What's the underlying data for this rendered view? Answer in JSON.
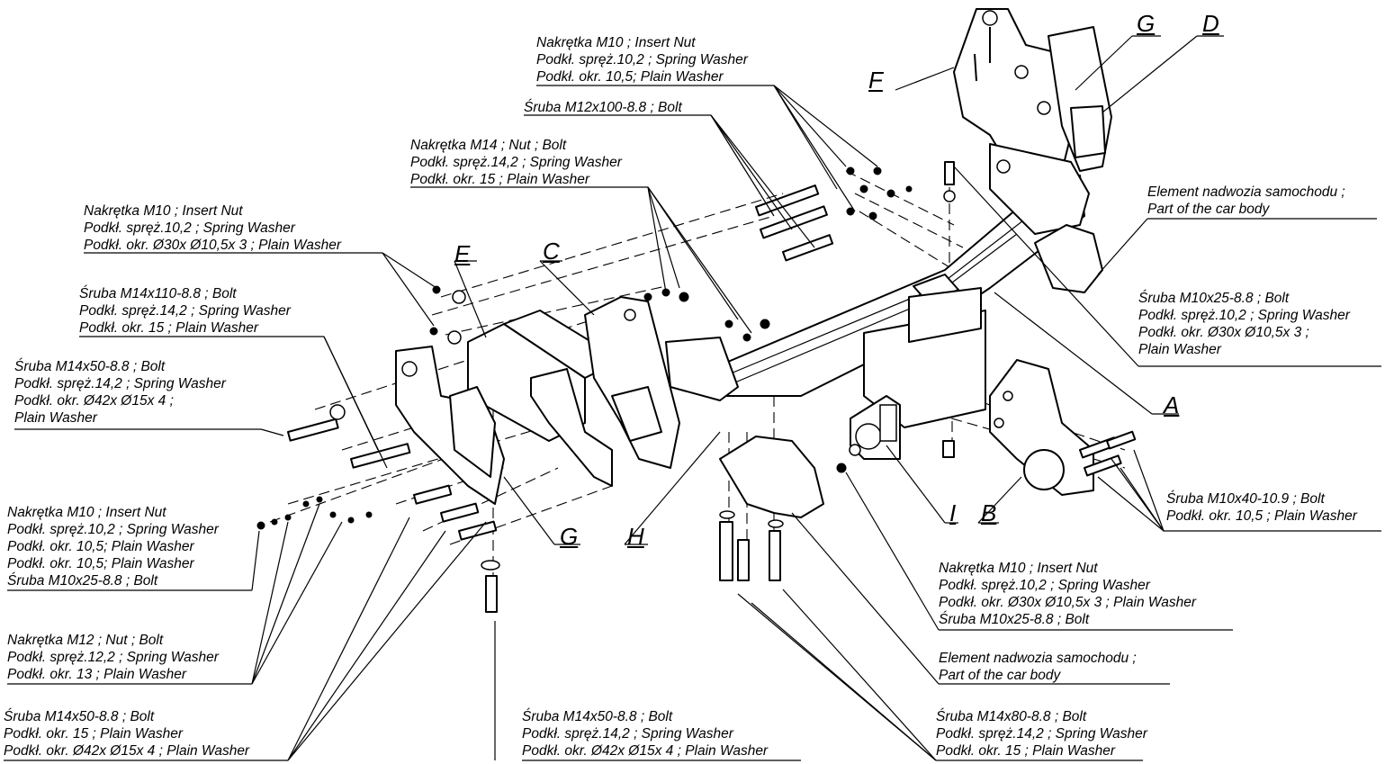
{
  "labels": {
    "top_nut_m10": [
      "Nakrętka  M10 ; Insert Nut",
      "Podkł. spręż.10,2 ; Spring Washer",
      "Podkł. okr. 10,5; Plain Washer"
    ],
    "bolt_m12x100": [
      "Śruba M12x100-8.8 ;  Bolt"
    ],
    "nut_m14": [
      "Nakrętka  M14 ; Nut ;  Bolt",
      "Podkł. spręż.14,2 ; Spring Washer",
      "Podkł. okr. 15 ; Plain Washer"
    ],
    "nut_m10_left": [
      "Nakrętka  M10 ; Insert Nut",
      "Podkł. spręż.10,2 ; Spring Washer",
      "Podkł. okr.  Ø30x Ø10,5x 3 ; Plain Washer"
    ],
    "bolt_m14x110": [
      "Śruba M14x110-8.8 ; Bolt",
      "Podkł. spręż.14,2 ; Spring Washer",
      "Podkł. okr. 15 ; Plain Washer"
    ],
    "bolt_m14x50_left": [
      "Śruba M14x50-8.8 ; Bolt",
      "Podkł. spręż.14,2 ; Spring Washer",
      "Podkł. okr.  Ø42x Ø15x 4 ;",
      "Plain Washer"
    ],
    "nut_m10_bottom_left": [
      "Nakrętka  M10 ; Insert Nut",
      "Podkł. spręż.10,2 ; Spring Washer",
      "Podkł. okr. 10,5; Plain Washer",
      "Podkł. okr. 10,5; Plain Washer",
      "Śruba M10x25-8.8 ;  Bolt"
    ],
    "nut_m12": [
      "Nakrętka  M12 ; Nut ;  Bolt",
      "Podkł. spręż.12,2 ; Spring Washer",
      "Podkł. okr. 13 ; Plain Washer"
    ],
    "bolt_m14x50_bottom_left": [
      "Śruba M14x50-8.8 ;  Bolt",
      "Podkł. okr. 15 ; Plain Washer",
      "Podkł. okr.  Ø42x Ø15x 4 ; Plain Washer"
    ],
    "bolt_m14x50_bottom_mid": [
      "Śruba M14x50-8.8 ; Bolt",
      "Podkł. spręż.14,2 ; Spring Washer",
      "Podkł. okr.  Ø42x Ø15x 4 ; Plain Washer"
    ],
    "bolt_m14x80": [
      "Śruba M14x80-8.8 ; Bolt",
      "Podkł. spręż.14,2 ; Spring Washer",
      "Podkł. okr. 15 ; Plain Washer"
    ],
    "car_body_bottom": [
      "Element nadwozia samochodu ;",
      "Part of the car body"
    ],
    "nut_m10_right": [
      "Nakrętka  M10 ; Insert Nut",
      "Podkł. spręż.10,2 ; Spring Washer",
      "Podkł. okr.  Ø30x Ø10,5x 3 ; Plain Washer",
      "Śruba M10x25-8.8 ;  Bolt"
    ],
    "bolt_m10x40": [
      "Śruba M10x40-10.9 ;  Bolt",
      "Podkł. okr. 10,5 ; Plain Washer"
    ],
    "bolt_m10x25_right": [
      "Śruba M10x25-8.8 ;  Bolt",
      "Podkł. spręż.10,2 ; Spring Washer",
      "Podkł. okr.  Ø30x Ø10,5x 3 ;",
      "Plain Washer"
    ],
    "car_body_top": [
      "Element nadwozia samochodu ;",
      "Part of the car body"
    ]
  },
  "letters": {
    "A": "A",
    "B": "B",
    "C": "C",
    "D": "D",
    "E": "E",
    "F": "F",
    "G_top": "G",
    "G_bottom": "G",
    "H": "H",
    "I": "I"
  }
}
